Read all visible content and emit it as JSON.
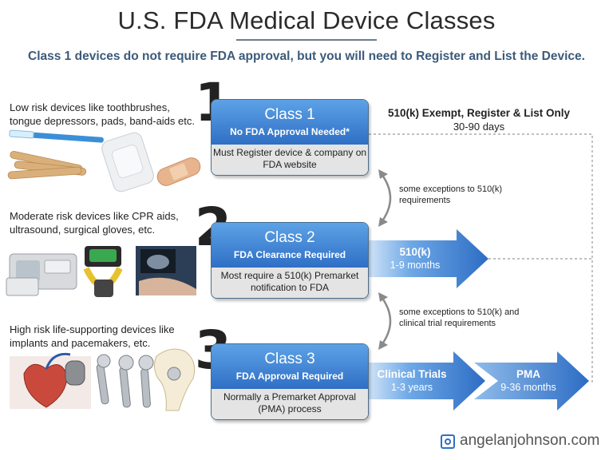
{
  "header": {
    "title": "U.S. FDA Medical Device Classes",
    "subtitle": "Class 1 devices do not require FDA approval, but you will need to Register and List the Device."
  },
  "rows": [
    {
      "number": "1",
      "description": "Low risk devices like toothbrushes, tongue depressors, pads, band-aids etc.",
      "class_name": "Class 1",
      "class_sub": "No FDA Approval Needed*",
      "box_text": "Must Register device & company on FDA website"
    },
    {
      "number": "2",
      "description": "Moderate risk devices like CPR aids, ultrasound, surgical gloves, etc.",
      "class_name": "Class 2",
      "class_sub": "FDA Clearance Required",
      "box_text": "Most require a 510(k) Premarket notification to FDA"
    },
    {
      "number": "3",
      "description": "High risk life-supporting devices like implants and pacemakers, etc.",
      "class_name": "Class 3",
      "class_sub": "FDA Approval Required",
      "box_text": "Normally a Premarket Approval (PMA) process"
    }
  ],
  "pathways": {
    "class1_title": "510(k) Exempt, Register & List Only",
    "class1_time": "30-90 days",
    "class2_title": "510(k)",
    "class2_time": "1-9 months",
    "class3_trials_title": "Clinical Trials",
    "class3_trials_time": "1-3 years",
    "class3_pma_title": "PMA",
    "class3_pma_time": "9-36 months"
  },
  "notes": {
    "between_1_2": "some exceptions to 510(k) requirements",
    "between_2_3": "some exceptions to 510(k) and clinical trial requirements"
  },
  "footer": {
    "brand": "angelanjohnson.com",
    "brand_icon": "camera-icon"
  },
  "colors": {
    "accent_blue": "#2f6fc5",
    "arrow_blue": "#3a7fd6",
    "subtitle_blue": "#3c5a7a",
    "box_gray": "#e4e4e4"
  }
}
